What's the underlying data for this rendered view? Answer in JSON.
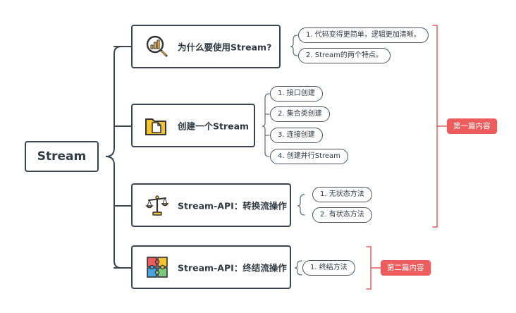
{
  "root": {
    "label": "Stream"
  },
  "topics": [
    {
      "label": "为什么要使用Stream?",
      "icon": "chart-magnifier-icon",
      "items": [
        "1. 代码变得更简单，逻辑更加清晰。",
        "2. Stream的两个特点。"
      ]
    },
    {
      "label": "创建一个Stream",
      "icon": "folder-document-icon",
      "items": [
        "1. 接口创建",
        "2. 集合类创建",
        "3. 连接创建",
        "4. 创建并行Stream"
      ]
    },
    {
      "label": "Stream-API：转换流操作",
      "icon": "balance-scale-icon",
      "items": [
        "1. 无状态方法",
        "2. 有状态方法"
      ]
    },
    {
      "label": "Stream-API：终结流操作",
      "icon": "puzzle-pieces-icon",
      "items": [
        "1. 终结方法"
      ]
    }
  ],
  "summaries": [
    {
      "label": "第一篇内容"
    },
    {
      "label": "第二篇内容"
    }
  ],
  "colors": {
    "line": "#3b4652",
    "summary": "#ee5d5d"
  }
}
